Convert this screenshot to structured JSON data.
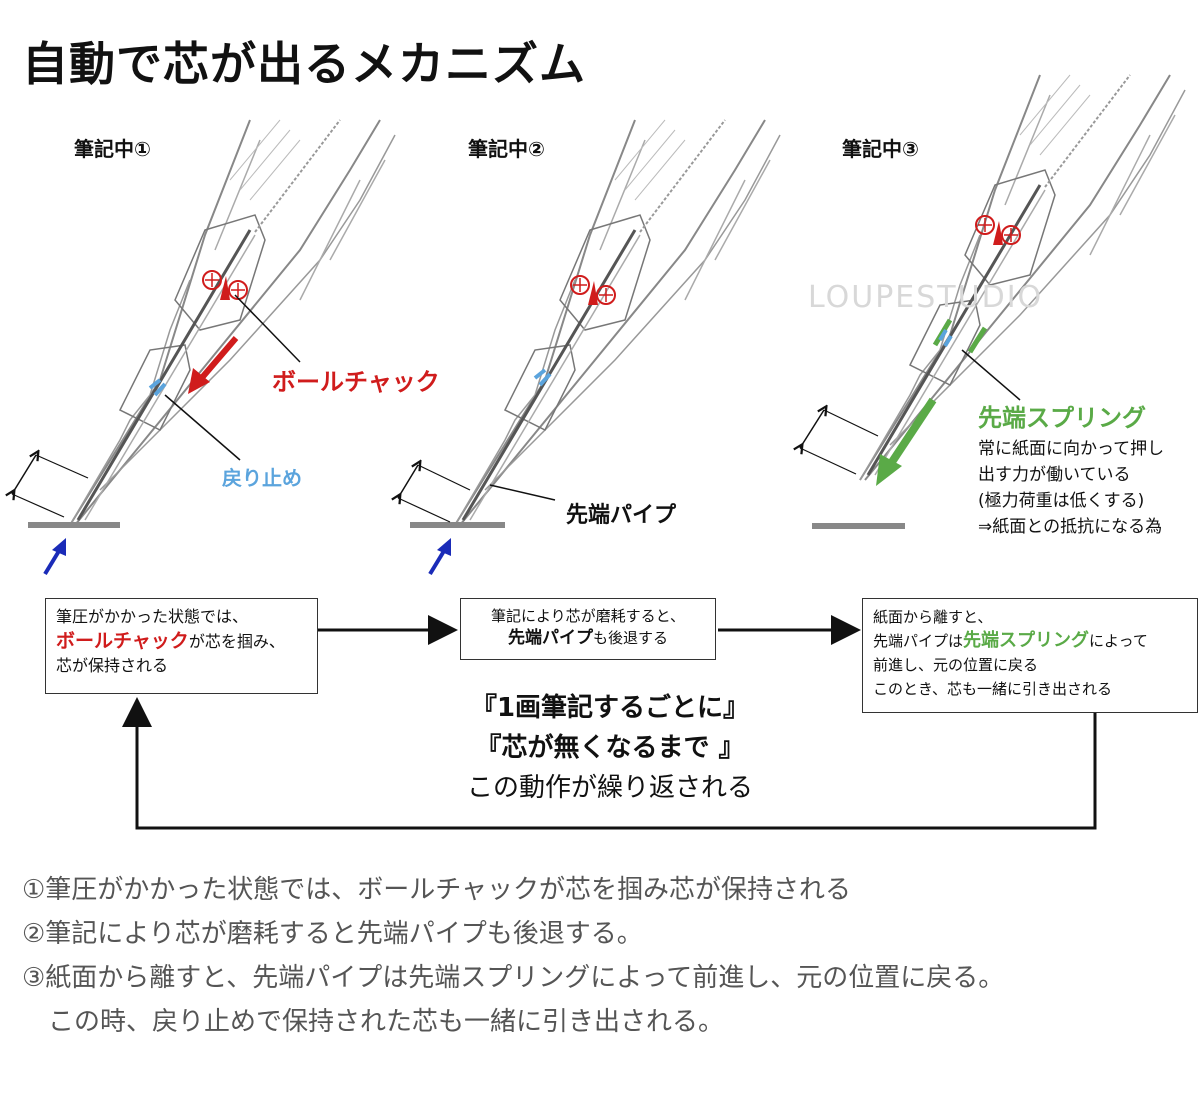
{
  "title": "自動で芯が出るメカニズム",
  "panels": [
    {
      "label": "筆記中①"
    },
    {
      "label": "筆記中②"
    },
    {
      "label": "筆記中③"
    }
  ],
  "callouts": {
    "ball_chuck": "ボールチャック",
    "stopper": "戻り止め",
    "tip_pipe": "先端パイプ",
    "tip_spring": "先端スプリング",
    "spring_note": [
      "常に紙面に向かって押し",
      "出す力が働いている",
      "(極力荷重は低くする)",
      "⇒紙面との抵抗になる為"
    ]
  },
  "watermark": "LOUPESTUDIO",
  "boxes": {
    "step1": {
      "line1": "筆圧がかかった状態では、",
      "highlight": "ボールチャック",
      "line2_rest": "が芯を掴み、",
      "line3": "芯が保持される"
    },
    "step2": {
      "line1": "筆記により芯が磨耗すると、",
      "highlight": "先端パイプ",
      "line2_rest": "も後退する"
    },
    "step3": {
      "line1": "紙面から離すと、",
      "line2_pre": "先端パイプは",
      "highlight": "先端スプリング",
      "line2_rest": "によって",
      "line3": "前進し、元の位置に戻る",
      "line4": "このとき、芯も一緒に引き出される"
    }
  },
  "center_message": {
    "line1": "『1画筆記するごとに』",
    "line2": "『芯が無くなるまで 』",
    "line3": "この動作が繰り返される"
  },
  "notes": [
    "①筆圧がかかった状態では、ボールチャックが芯を掴み芯が保持される",
    "②筆記により芯が磨耗すると先端パイプも後退する。",
    "③紙面から離すと、先端パイプは先端スプリングによって前進し、元の位置に戻る。",
    "　この時、戻り止めで保持された芯も一緒に引き出される。"
  ],
  "colors": {
    "red": "#d01c1c",
    "blue": "#5ba4dd",
    "green": "#5aaa47",
    "navy": "#1a2bb8"
  }
}
